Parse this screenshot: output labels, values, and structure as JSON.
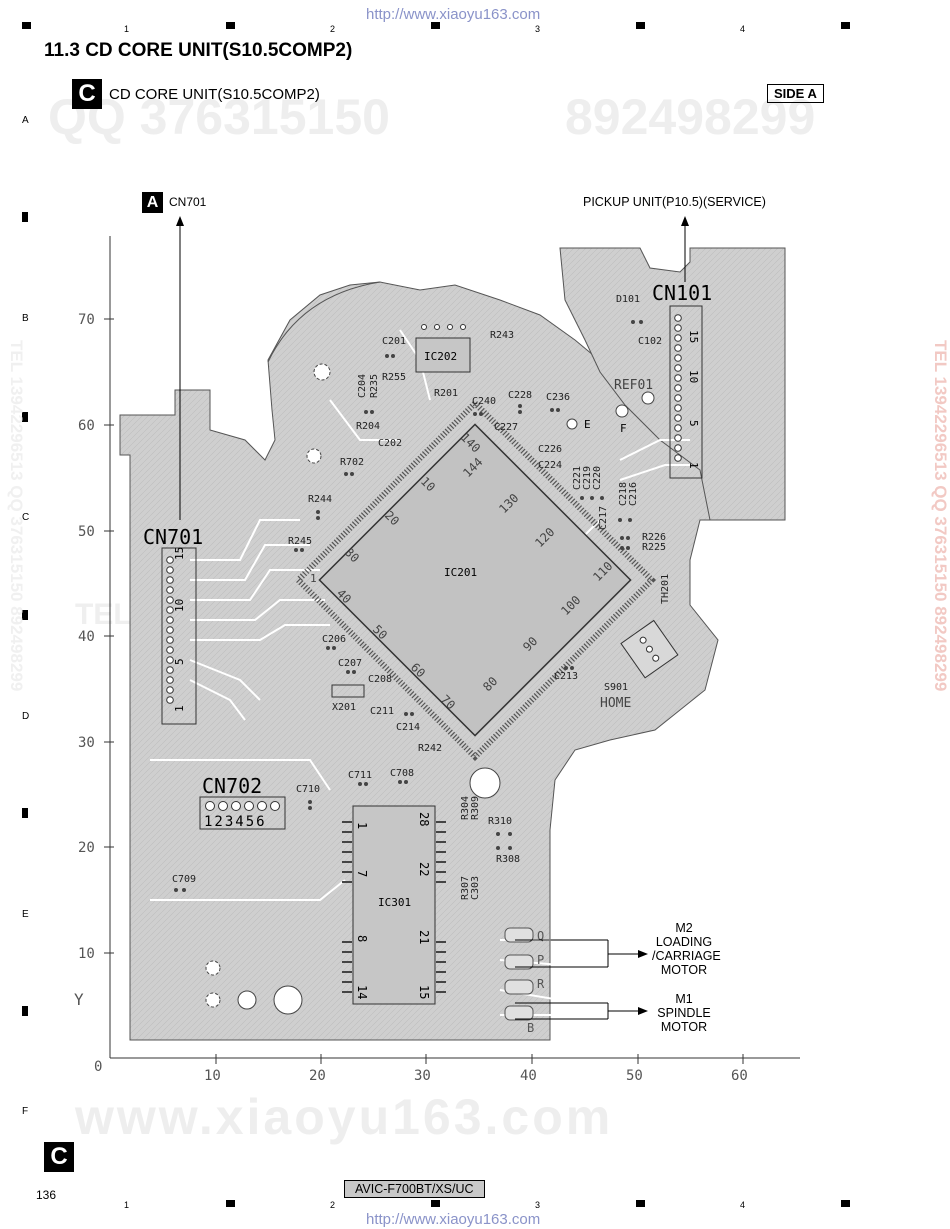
{
  "page": {
    "url_top": "http://www.xiaoyu163.com",
    "url_bottom": "http://www.xiaoyu163.com",
    "section_title": "11.3  CD CORE UNIT(S10.5COMP2)",
    "unit_badge": "C",
    "unit_title": "CD CORE UNIT(S10.5COMP2)",
    "side_label": "SIDE A",
    "page_number": "136",
    "model": "AVIC-F700BT/XS/UC",
    "bottom_badge": "C",
    "column_markers": [
      "1",
      "2",
      "3",
      "4"
    ],
    "row_markers": [
      "A",
      "B",
      "C",
      "D",
      "E",
      "F"
    ]
  },
  "connectors": {
    "a_badge": "A",
    "cn701_ref": "CN701",
    "pickup_ref": "PICKUP UNIT(P10.5)(SERVICE)"
  },
  "motors": {
    "m2": [
      "M2",
      "LOADING",
      "/CARRIAGE",
      "MOTOR"
    ],
    "m1": [
      "M1",
      "SPINDLE",
      "MOTOR"
    ]
  },
  "board": {
    "y_axis_label": "Y",
    "y_ticks": [
      "70",
      "60",
      "50",
      "40",
      "30",
      "20",
      "10",
      "0"
    ],
    "x_ticks": [
      "10",
      "20",
      "30",
      "40",
      "50",
      "60"
    ],
    "big_labels": {
      "cn101": "CN101",
      "cn701": "CN701",
      "cn702": "CN702",
      "cn702_pins": "123456",
      "ic201": "IC201",
      "ic202": "IC202",
      "ic301": "IC301",
      "home": "HOME",
      "ref01": "REF01"
    },
    "components": [
      "D101",
      "C102",
      "R243",
      "C201",
      "C204",
      "R235",
      "R255",
      "R201",
      "R204",
      "C240",
      "C228",
      "C236",
      "C227",
      "C202",
      "C226",
      "C224",
      "C221",
      "C219",
      "C220",
      "C218",
      "C216",
      "C217",
      "R702",
      "R244",
      "R245",
      "R226",
      "R225",
      "TH201",
      "C206",
      "C207",
      "C208",
      "X201",
      "C211",
      "C214",
      "C213",
      "S901",
      "R242",
      "C711",
      "C708",
      "C710",
      "R304",
      "R309",
      "R310",
      "R307",
      "C303",
      "R308",
      "C709"
    ],
    "ic201_pins": [
      "1",
      "10",
      "20",
      "30",
      "40",
      "50",
      "60",
      "70",
      "80",
      "90",
      "100",
      "110",
      "120",
      "130",
      "140",
      "144"
    ],
    "cn_pins": [
      "1",
      "5",
      "10",
      "15"
    ],
    "ic301_pins": [
      "1",
      "7",
      "8",
      "14",
      "15",
      "21",
      "22",
      "28"
    ],
    "pad_letters": [
      "Q",
      "P",
      "R",
      "B"
    ],
    "test_points": [
      "E",
      "F"
    ]
  },
  "watermarks": {
    "qq": "QQ 376315150",
    "phone": "892498299",
    "site": "www.xiaoyu163.com",
    "tel": "TEL 13942296513",
    "side_text": "TEL 13942296513   QQ 376315150   892498299"
  },
  "colors": {
    "board_fill": "#cfcfcf",
    "trace": "#ffffff",
    "url": "#8a93c9",
    "watermark": "#eeeeee",
    "watermark_red": "#f2c9c4"
  }
}
